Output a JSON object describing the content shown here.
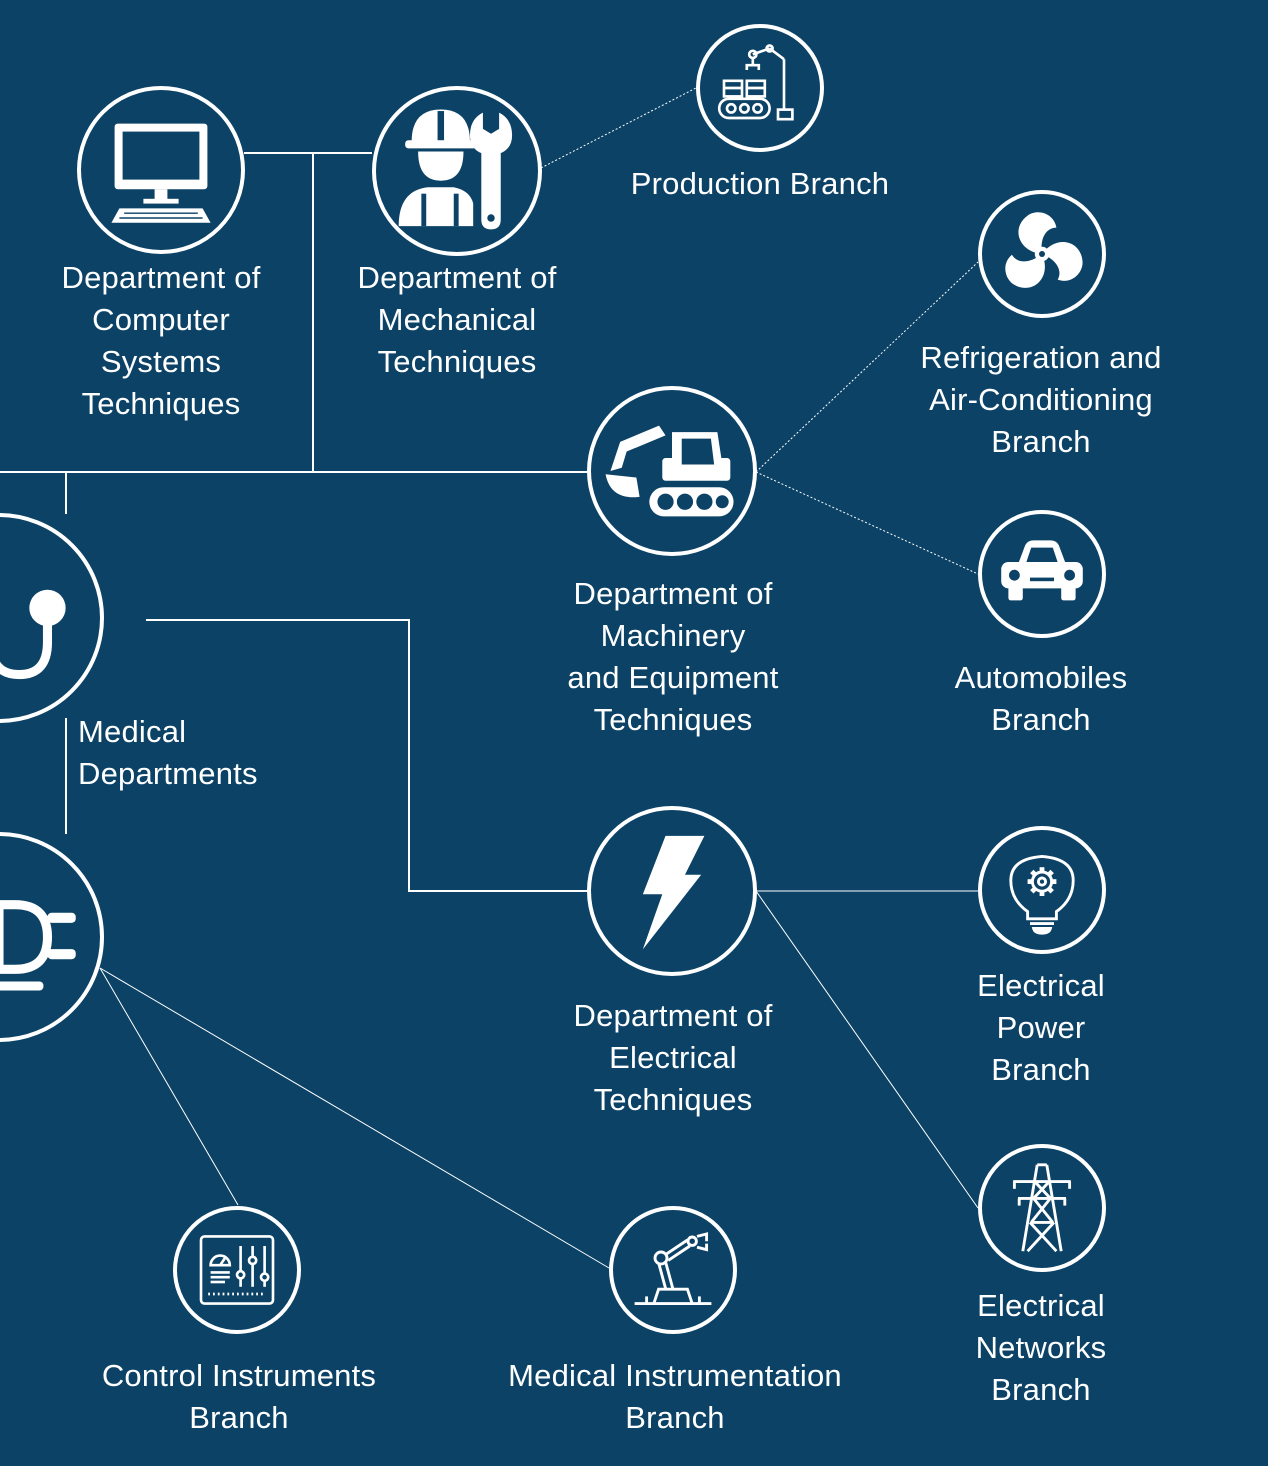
{
  "colors": {
    "background": "#0b4266",
    "foreground": "#ffffff"
  },
  "nodes": {
    "computer_systems": {
      "label": "Department of\nComputer\nSystems\nTechniques",
      "icon": "computer-icon"
    },
    "mechanical": {
      "label": "Department of\nMechanical\nTechniques",
      "icon": "mechanic-with-wrench-icon"
    },
    "production": {
      "label": "Production Branch",
      "icon": "robotic-assembly-line-icon"
    },
    "refrigeration": {
      "label": "Refrigeration and\nAir-Conditioning\nBranch",
      "icon": "fan-icon"
    },
    "machinery": {
      "label": "Department of\nMachinery\nand Equipment\nTechniques",
      "icon": "excavator-icon"
    },
    "automobiles": {
      "label": "Automobiles\nBranch",
      "icon": "car-icon"
    },
    "medical": {
      "label": "Medical\nDepartments",
      "icon": "stethoscope-icon"
    },
    "electrical": {
      "label": "Department of\nElectrical\nTechniques",
      "icon": "lightning-bolt-icon"
    },
    "electrical_power": {
      "label": "Electrical\nPower\nBranch",
      "icon": "lightbulb-gear-icon"
    },
    "electrical_networks": {
      "label": "Electrical\nNetworks\nBranch",
      "icon": "power-tower-icon"
    },
    "plug": {
      "icon": "electric-plug-icon"
    },
    "control_instruments": {
      "label": "Control Instruments\nBranch",
      "icon": "control-panel-icon"
    },
    "medical_instrumentation": {
      "label": "Medical Instrumentation\nBranch",
      "icon": "robot-arm-icon"
    }
  }
}
